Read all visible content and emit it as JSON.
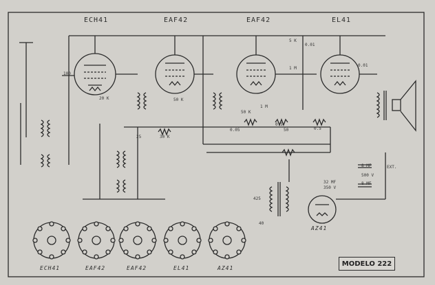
{
  "tubes": [
    {
      "label": "ECH41"
    },
    {
      "label": "EAF42"
    },
    {
      "label": "EAF42"
    },
    {
      "label": "EL41"
    }
  ],
  "rectifier": {
    "label": "AZ41"
  },
  "sockets": [
    "ECH41",
    "EAF42",
    "EAF42",
    "EL41",
    "AZ41"
  ],
  "components": {
    "r_20k": "20 K",
    "r_30k": "30 K",
    "r_50k_a": "50 K",
    "r_50k_b": "50 K",
    "r_5k": "5 K",
    "r_1m": "1 M",
    "r_1m_b": "1 M",
    "c_05": "0.5",
    "c_05b": "0.5",
    "c_001": "0.01",
    "c_001b": "0.01",
    "c_005": "0.05",
    "c_25": "25",
    "c_50": "50",
    "c_100": "100",
    "c_8mf_a": "8 MF",
    "c_8mf_b": "8 MF",
    "c_500v": "500 V",
    "ext": "EXT.",
    "v_425": "425",
    "v_40": "40",
    "mf_32": "32 MF",
    "v_350": "350 V"
  },
  "model_label": "MODELO 222",
  "colors": {
    "ink": "#2b2b2b",
    "paper": "#d2d0cb"
  }
}
